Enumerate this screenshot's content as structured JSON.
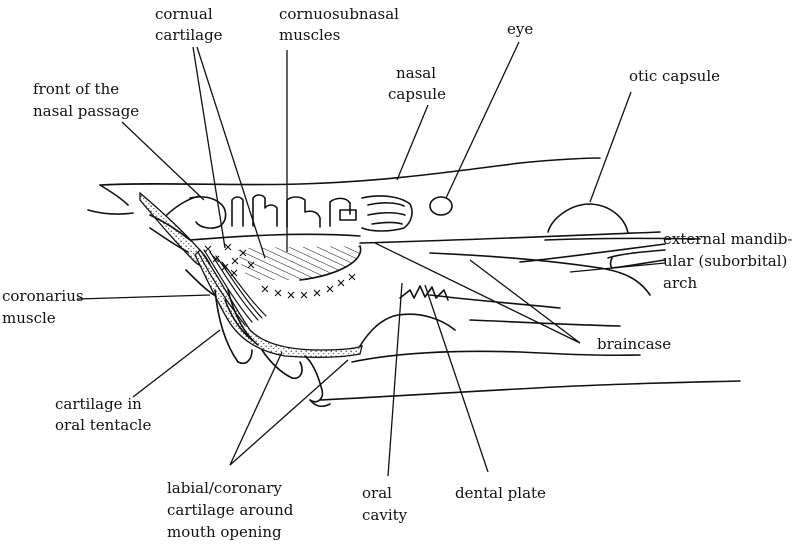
{
  "labels": {
    "cornual_cartilage": [
      "cornual",
      "cartilage"
    ],
    "cornuosubnasal_muscles": [
      "cornuosubnasal",
      "muscles"
    ],
    "eye": [
      "eye"
    ],
    "nasal_capsule": [
      "nasal",
      "capsule"
    ],
    "otic_capsule": [
      "otic capsule"
    ],
    "front_nasal_passage": [
      "front of the",
      "nasal passage"
    ],
    "external_mandibular_arch": [
      "external mandib-",
      "ular (suborbital)",
      "arch"
    ],
    "coronarius_muscle": [
      "coronarius",
      "muscle"
    ],
    "braincase": [
      "braincase"
    ],
    "cartilage_oral_tentacle": [
      "cartilage in",
      "oral tentacle"
    ],
    "labial_coronary_cartilage": [
      "labial/coronary",
      "cartilage around",
      "mouth opening"
    ],
    "oral_cavity": [
      "oral",
      "cavity"
    ],
    "dental_plate": [
      "dental plate"
    ]
  },
  "colors": {
    "ink": "#111111",
    "background": "#ffffff",
    "stipple": "#555555"
  }
}
